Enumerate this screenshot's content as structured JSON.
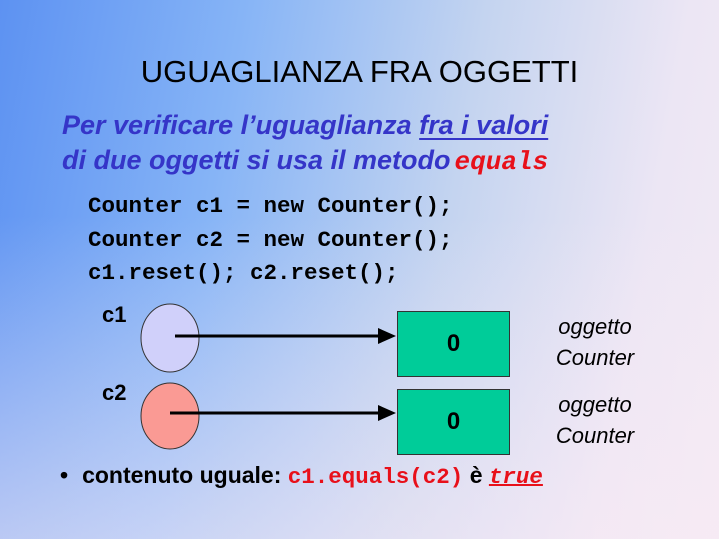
{
  "title": "UGUAGLIANZA FRA OGGETTI",
  "subtitle": {
    "line1_prefix": "Per verificare l’uguaglianza ",
    "line1_underlined": "fra i valori",
    "line2_prefix": "di due oggetti si usa il metodo",
    "method": "equals"
  },
  "code": [
    "Counter c1 = new Counter();",
    "Counter c2 = new Counter();",
    "c1.reset(); c2.reset();"
  ],
  "diagram": {
    "refs": [
      {
        "name": "c1",
        "color": "#d0d0fa",
        "value": "0",
        "label1": "oggetto",
        "label2": "Counter"
      },
      {
        "name": "c2",
        "color": "#fa9a94",
        "value": "0",
        "label1": "oggetto",
        "label2": "Counter"
      }
    ],
    "box_color": "#00cc99"
  },
  "bullet": {
    "marker": "•",
    "text": "contenuto uguale: ",
    "code": "c1.equals(c2)",
    "mid": " è ",
    "result": "true"
  }
}
